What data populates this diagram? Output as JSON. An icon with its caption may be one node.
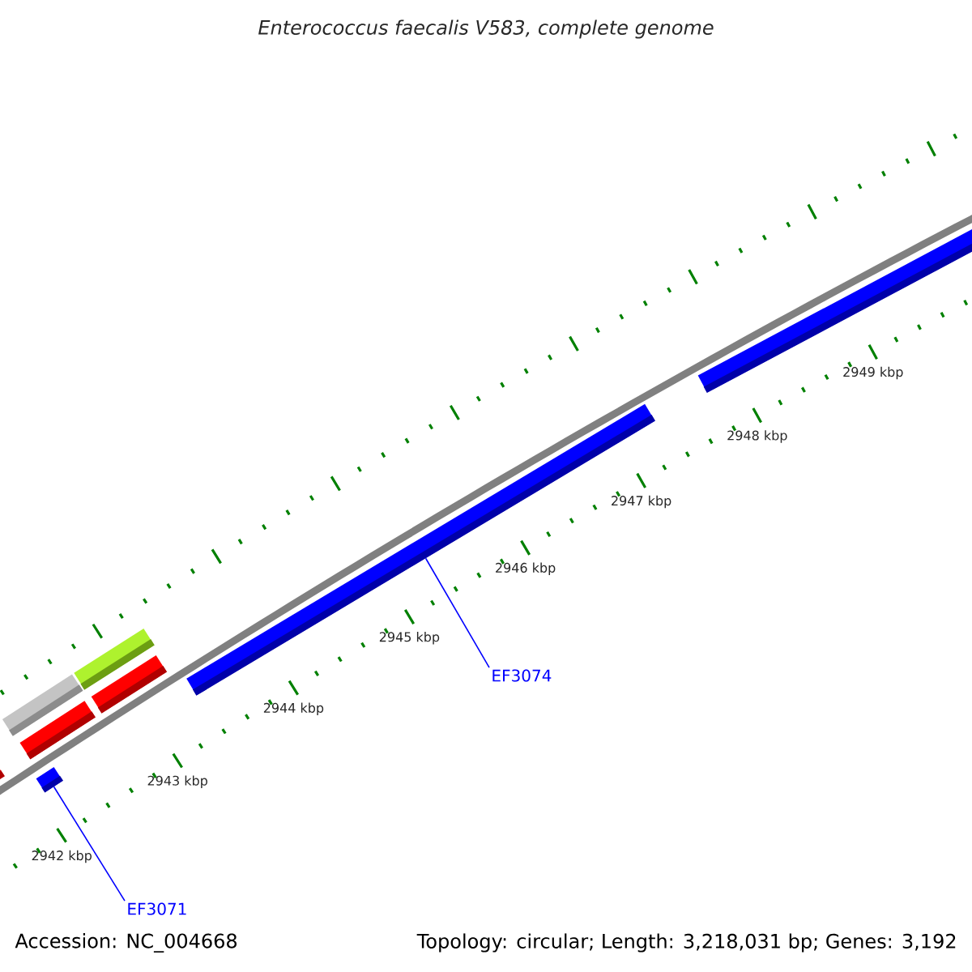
{
  "diagram": {
    "title": "Enterococcus faecalis V583, complete genome",
    "nodes": [
      {
        "text": [],
        "shape": "bar"
      },
      {
        "text": [],
        "shape": "bar"
      },
      {
        "text": [],
        "shape": "bar"
      },
      {
        "text": [],
        "shape": "bar"
      },
      {
        "text": [],
        "shape": "bar"
      },
      {
        "text": [],
        "shape": "bar"
      },
      {
        "text": [],
        "shape": "bar"
      },
      {
        "text": [],
        "shape": "bar"
      },
      {
        "text": [
          "EF3074"
        ]
      },
      {
        "text": [
          "EF3071"
        ]
      }
    ],
    "edges": [
      {
        "from": 8,
        "to": 6,
        "arrow": "none"
      },
      {
        "from": 9,
        "to": 3,
        "arrow": "none"
      }
    ],
    "labels": [
      "2942 kbp",
      "2943 kbp",
      "2944 kbp",
      "2945 kbp",
      "2946 kbp",
      "2947 kbp",
      "2948 kbp",
      "2949 kbp",
      "Accession: NC_004668",
      "Topology: circular; Length: 3,218,031 bp; Genes: 3,192"
    ]
  }
}
